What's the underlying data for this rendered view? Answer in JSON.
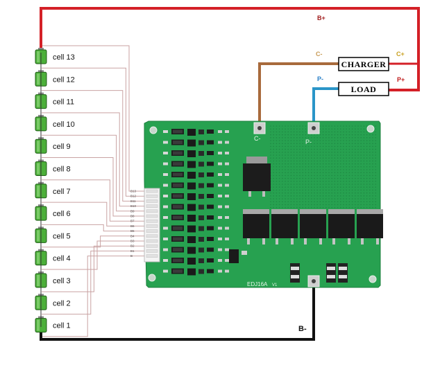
{
  "cells": [
    {
      "label": "cell 13"
    },
    {
      "label": "cell 12"
    },
    {
      "label": "cell 11"
    },
    {
      "label": "cell 10"
    },
    {
      "label": "cell 9"
    },
    {
      "label": "cell 8"
    },
    {
      "label": "cell 7"
    },
    {
      "label": "cell 6"
    },
    {
      "label": "cell 5"
    },
    {
      "label": "cell 4"
    },
    {
      "label": "cell 3"
    },
    {
      "label": "cell 2"
    },
    {
      "label": "cell 1"
    }
  ],
  "terminals": {
    "b_plus": "B+",
    "b_minus": "B-",
    "c_minus": "C-",
    "c_plus": "C+",
    "p_minus": "P-",
    "p_plus": "P+"
  },
  "boxes": {
    "charger": "CHARGER",
    "load": "LOAD"
  },
  "board": {
    "c_pad_label": "C-",
    "p_pad_label": "P-",
    "model_label": "EDJ16A",
    "version_label": "V1",
    "connector_pins": [
      "B13",
      "B12",
      "B11",
      "B10",
      "B9",
      "B8",
      "B7",
      "B6",
      "B5",
      "B4",
      "B3",
      "B2",
      "B1",
      "B"
    ]
  },
  "colors": {
    "positive_wire": "#d42027",
    "negative_wire": "#111111",
    "charger_wire": "#a86a3c",
    "load_wire": "#2a95c8",
    "sense_wire": "#c9a2a2",
    "pcb": "#27a150",
    "cell_body": "#4caf3a"
  }
}
